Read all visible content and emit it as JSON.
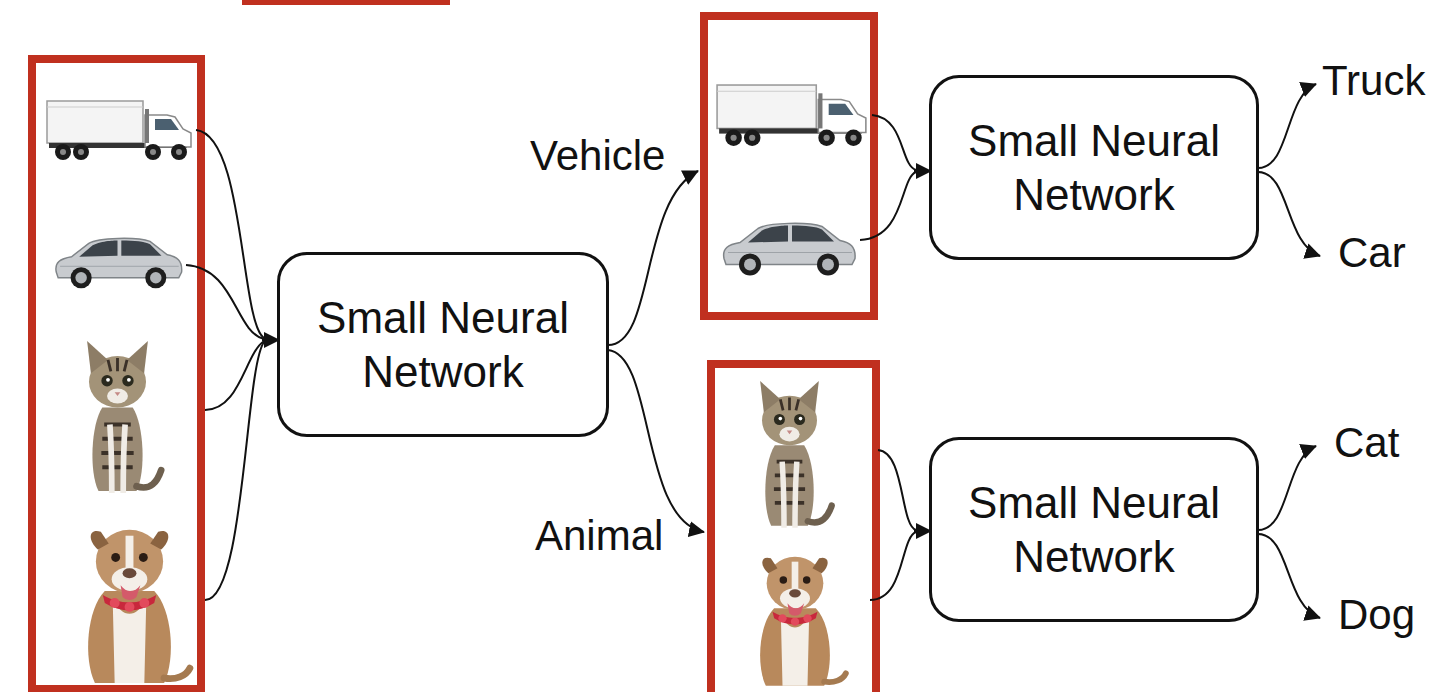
{
  "diagram": {
    "nodes": [
      {
        "text": [
          "Small Neural Network"
        ]
      },
      {
        "text": [
          "Small Neural Network"
        ]
      },
      {
        "text": [
          "Small Neural Network"
        ]
      }
    ],
    "labels": [
      "Truck",
      "Vehicle",
      "Car",
      "Cat",
      "Animal",
      "Dog"
    ]
  }
}
